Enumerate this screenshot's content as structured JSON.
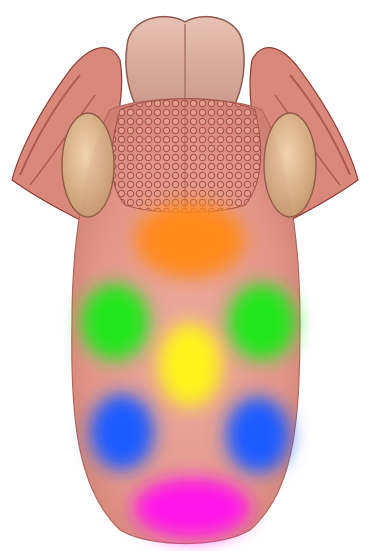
{
  "colors": {
    "background": "#ffffff",
    "tissue": "#e8a296",
    "tissue_light": "#f2c2b5",
    "tissue_dark": "#a8554c",
    "epiglottis": "#dcb2a4",
    "tonsil": "#e6c39a",
    "papillae": "#d98679"
  },
  "taste_zones": [
    {
      "name": "orange-zone",
      "color": "#ff8a1c"
    },
    {
      "name": "green-zone-left",
      "color": "#22e61e"
    },
    {
      "name": "green-zone-right",
      "color": "#22e61e"
    },
    {
      "name": "yellow-zone",
      "color": "#fff21a"
    },
    {
      "name": "blue-zone-left",
      "color": "#1a5cff"
    },
    {
      "name": "blue-zone-right",
      "color": "#1a5cff"
    },
    {
      "name": "magenta-zone",
      "color": "#ff18e8"
    }
  ]
}
